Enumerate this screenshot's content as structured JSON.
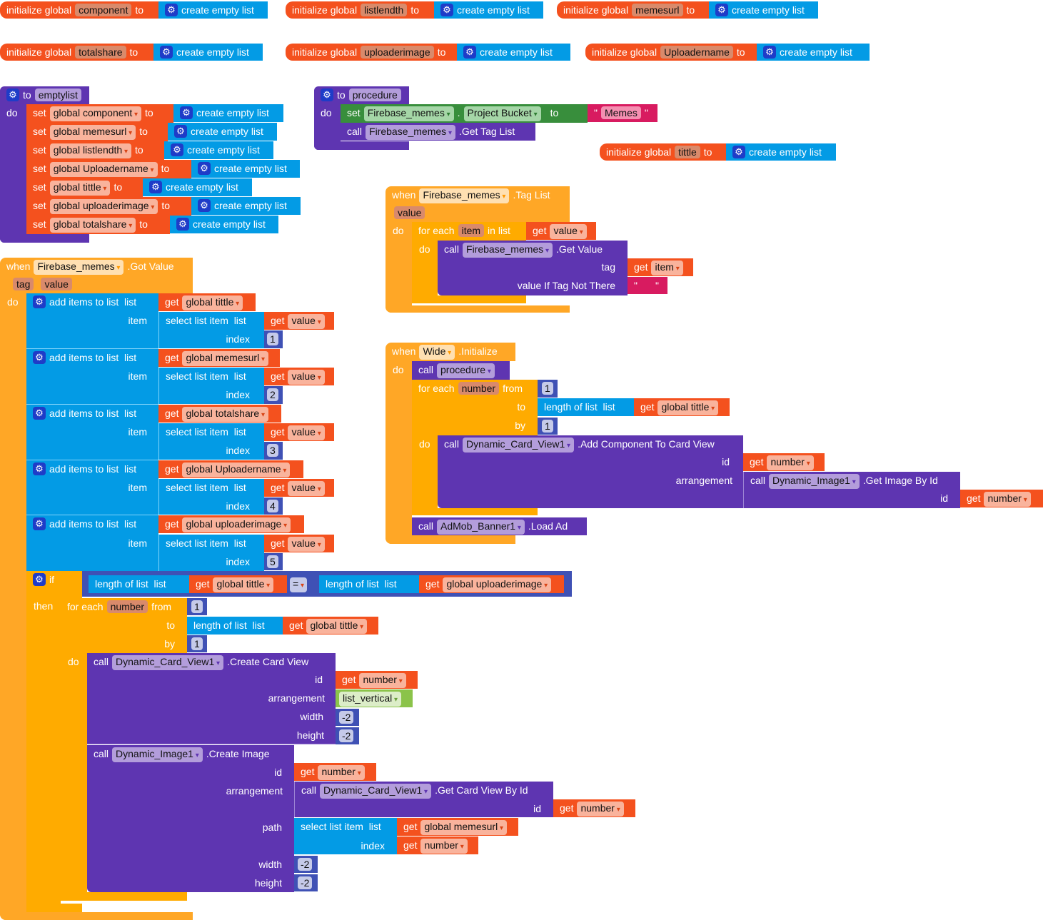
{
  "inits": [
    {
      "label": "initialize global",
      "name": "component",
      "to": "to",
      "value": "create empty list"
    },
    {
      "label": "initialize global",
      "name": "listlendth",
      "to": "to",
      "value": "create empty list"
    },
    {
      "label": "initialize global",
      "name": "memesurl",
      "to": "to",
      "value": "create empty list"
    },
    {
      "label": "initialize global",
      "name": "totalshare",
      "to": "to",
      "value": "create empty list"
    },
    {
      "label": "initialize global",
      "name": "uploaderimage",
      "to": "to",
      "value": "create empty list"
    },
    {
      "label": "initialize global",
      "name": "Uploadername",
      "to": "to",
      "value": "create empty list"
    },
    {
      "label": "initialize global",
      "name": "tittle",
      "to": "to",
      "value": "create empty list"
    }
  ],
  "emptylist": {
    "to": "to",
    "name": "emptylist",
    "do": "do",
    "sets": [
      {
        "set": "set",
        "var": "global component",
        "to": "to",
        "value": "create empty list"
      },
      {
        "set": "set",
        "var": "global memesurl",
        "to": "to",
        "value": "create empty list"
      },
      {
        "set": "set",
        "var": "global listlendth",
        "to": "to",
        "value": "create empty list"
      },
      {
        "set": "set",
        "var": "global Uploadername",
        "to": "to",
        "value": "create empty list"
      },
      {
        "set": "set",
        "var": "global tittle",
        "to": "to",
        "value": "create empty list"
      },
      {
        "set": "set",
        "var": "global uploaderimage",
        "to": "to",
        "value": "create empty list"
      },
      {
        "set": "set",
        "var": "global totalshare",
        "to": "to",
        "value": "create empty list"
      }
    ]
  },
  "procedure": {
    "to": "to",
    "name": "procedure",
    "do": "do",
    "set": "set",
    "component": "Firebase_memes",
    "dot": ".",
    "property": "Project Bucket",
    "to_label": "to",
    "quote": "\"",
    "text": "Memes",
    "call": "call",
    "call_component": "Firebase_memes",
    "method": ".Get Tag List"
  },
  "tag_list": {
    "when": "when",
    "component": "Firebase_memes",
    "event": ".Tag List",
    "param": "value",
    "do": "do",
    "for_each": "for each",
    "var": "item",
    "in_list": "in list",
    "get": "get",
    "get_var": "value",
    "inner_do": "do",
    "call": "call",
    "call_component": "Firebase_memes",
    "method": ".Get Value",
    "tag": "tag",
    "tag_get": "get",
    "tag_var": "item",
    "vitnt": "value If Tag Not There",
    "quote": "\""
  },
  "wide_init": {
    "when": "when",
    "component": "Wide",
    "event": ".Initialize",
    "do": "do",
    "call": "call",
    "proc": "procedure",
    "for_each": "for each",
    "var": "number",
    "from": "from",
    "from_val": "1",
    "to": "to",
    "length": "length of list  list",
    "get": "get",
    "get_var": "global tittle",
    "by": "by",
    "by_val": "1",
    "inner_do": "do",
    "call2": "call",
    "card_comp": "Dynamic_Card_View1",
    "card_method": ".Add Component To Card View",
    "id": "id",
    "id_get": "get",
    "id_var": "number",
    "arrangement": "arrangement",
    "call3": "call",
    "img_comp": "Dynamic_Image1",
    "img_method": ".Get Image By Id",
    "id2": "id",
    "id2_get": "get",
    "id2_var": "number",
    "call4": "call",
    "ad_comp": "AdMob_Banner1",
    "ad_method": ".Load Ad"
  },
  "got_value": {
    "when": "when",
    "component": "Firebase_memes",
    "event": ".Got Value",
    "params": [
      "tag",
      "value"
    ],
    "do": "do",
    "add_items": [
      {
        "label": "add items to list  list",
        "get": "get",
        "var": "global tittle",
        "item": "item",
        "select": "select list item  list",
        "sel_get": "get",
        "sel_var": "value",
        "index": "index",
        "index_val": "1"
      },
      {
        "label": "add items to list  list",
        "get": "get",
        "var": "global memesurl",
        "item": "item",
        "select": "select list item  list",
        "sel_get": "get",
        "sel_var": "value",
        "index": "index",
        "index_val": "2"
      },
      {
        "label": "add items to list  list",
        "get": "get",
        "var": "global totalshare",
        "item": "item",
        "select": "select list item  list",
        "sel_get": "get",
        "sel_var": "value",
        "index": "index",
        "index_val": "3"
      },
      {
        "label": "add items to list  list",
        "get": "get",
        "var": "global Uploadername",
        "item": "item",
        "select": "select list item  list",
        "sel_get": "get",
        "sel_var": "value",
        "index": "index",
        "index_val": "4"
      },
      {
        "label": "add items to list  list",
        "get": "get",
        "var": "global uploaderimage",
        "item": "item",
        "select": "select list item  list",
        "sel_get": "get",
        "sel_var": "value",
        "index": "index",
        "index_val": "5"
      }
    ],
    "if": {
      "if": "if",
      "then": "then",
      "length1": "length of list  list",
      "get1": "get",
      "var1": "global tittle",
      "op": "=",
      "length2": "length of list  list",
      "get2": "get",
      "var2": "global uploaderimage"
    },
    "for_each": {
      "for_each": "for each",
      "var": "number",
      "from": "from",
      "from_val": "1",
      "to": "to",
      "length": "length of list  list",
      "get": "get",
      "get_var": "global tittle",
      "by": "by",
      "by_val": "1",
      "do": "do"
    },
    "create_card": {
      "call": "call",
      "comp": "Dynamic_Card_View1",
      "method": ".Create Card View",
      "id": "id",
      "id_get": "get",
      "id_var": "number",
      "arrangement": "arrangement",
      "arr_val": "list_vertical",
      "width": "width",
      "width_val": "-2",
      "height": "height",
      "height_val": "-2"
    },
    "create_image": {
      "call": "call",
      "comp": "Dynamic_Image1",
      "method": ".Create Image",
      "id": "id",
      "id_get": "get",
      "id_var": "number",
      "arrangement": "arrangement",
      "call2": "call",
      "card_comp": "Dynamic_Card_View1",
      "card_method": ".Get Card View By Id",
      "id2": "id",
      "id2_get": "get",
      "id2_var": "number",
      "path": "path",
      "select": "select list item  list",
      "sel_get": "get",
      "sel_var": "global memesurl",
      "index": "index",
      "idx_get": "get",
      "idx_var": "number",
      "width": "width",
      "width_val": "-2",
      "height": "height",
      "height_val": "-2"
    }
  },
  "colors": {
    "variables": "#f4511e",
    "lists": "#039be5",
    "procedures": "#5e35b1",
    "events": "#ffa726",
    "control": "#ffab00",
    "math": "#3f51b5",
    "text": "#d81b60"
  }
}
